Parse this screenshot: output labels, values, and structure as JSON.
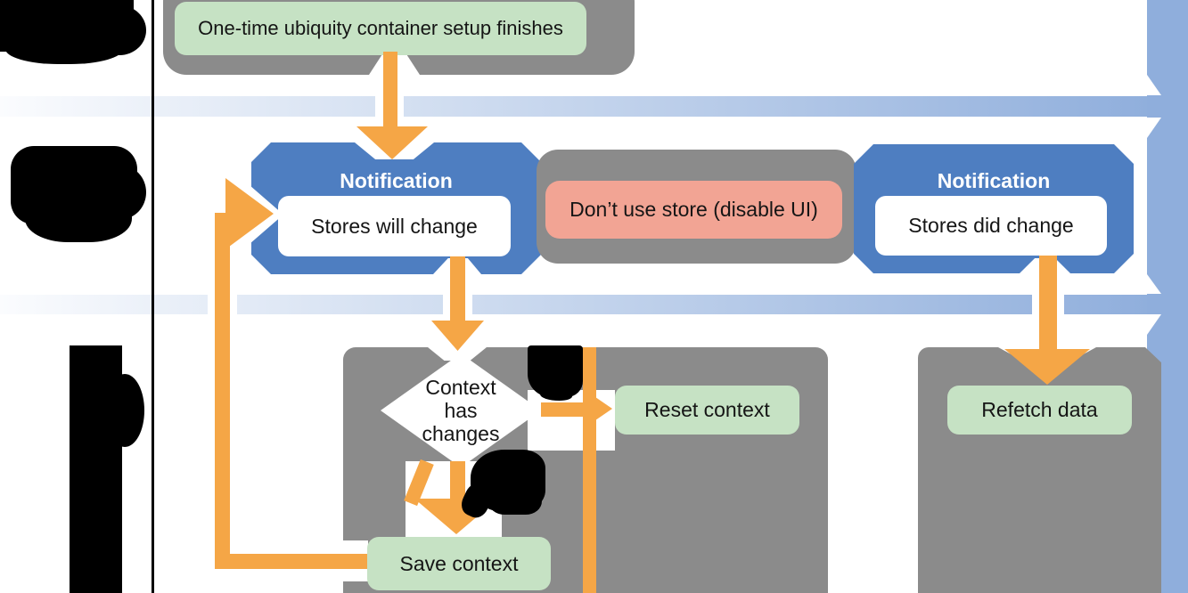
{
  "nodes": {
    "setup": {
      "label": "One-time ubiquity container setup finishes"
    },
    "notif_will": {
      "title": "Notification",
      "label": "Stores will change"
    },
    "dont_use": {
      "label": "Don’t use store (disable UI)"
    },
    "notif_did": {
      "title": "Notification",
      "label": "Stores did change"
    },
    "decision": {
      "line1": "Context",
      "line2": "has",
      "line3": "changes"
    },
    "reset": {
      "label": "Reset context"
    },
    "save": {
      "label": "Save context"
    },
    "refetch": {
      "label": "Refetch data"
    }
  },
  "colors": {
    "orange": "#f5a646",
    "blue": "#4e7ec1",
    "gray": "#8b8b8b",
    "green": "#c6e2c4",
    "salmon": "#f2a494",
    "lane_band": "#8faedc",
    "redaction": "#000000"
  }
}
